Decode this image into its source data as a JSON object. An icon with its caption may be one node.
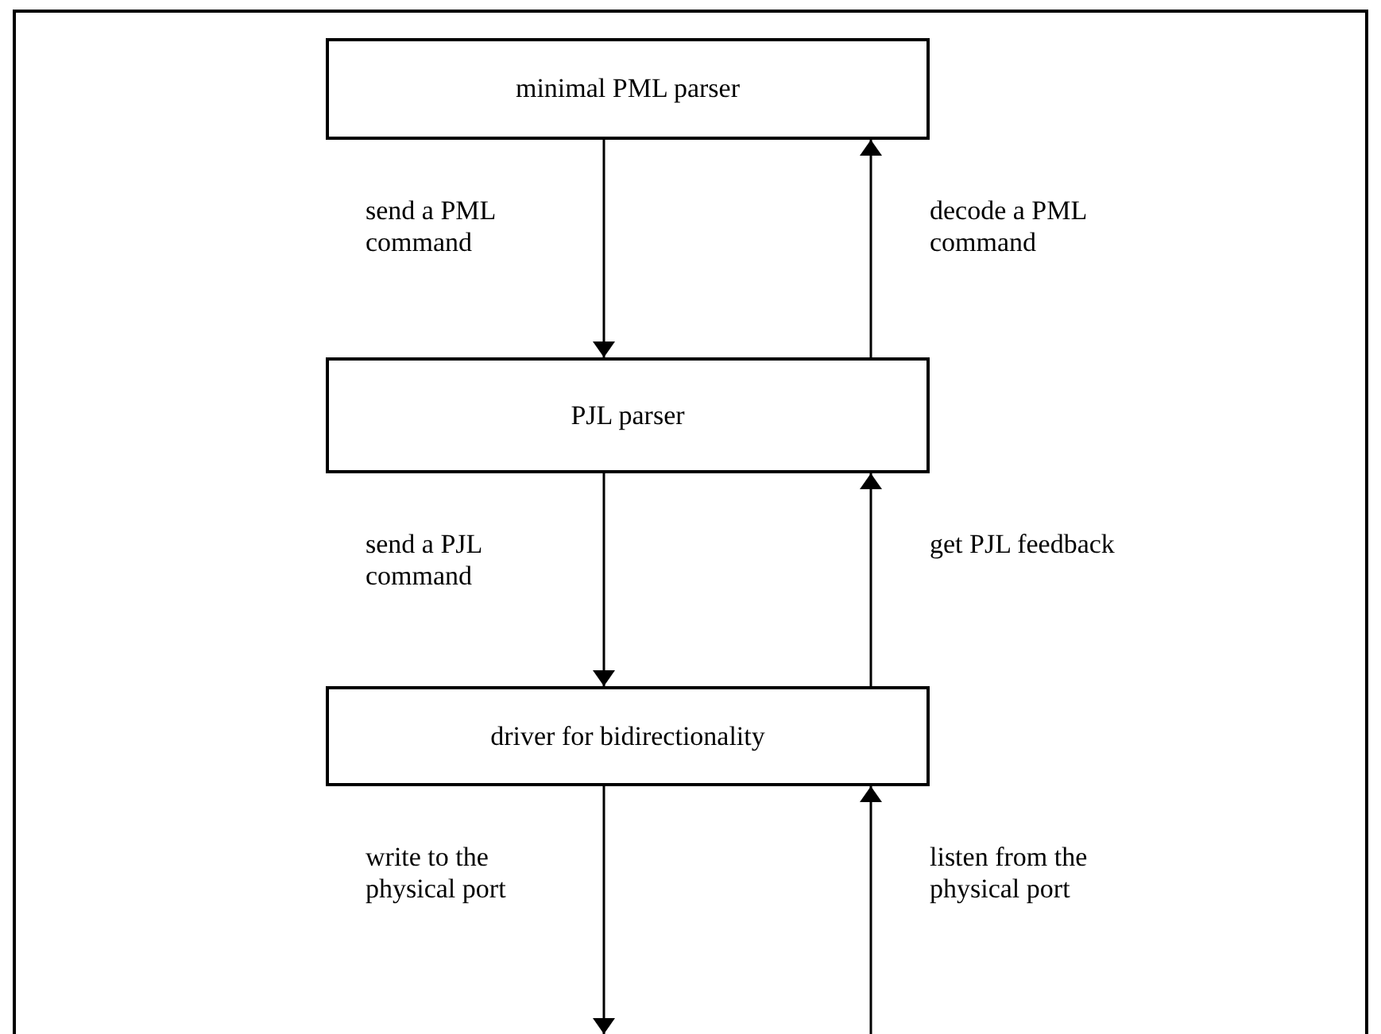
{
  "diagram": {
    "nodes": [
      {
        "text": [
          "minimal PML parser"
        ]
      },
      {
        "text": [
          "PJL parser"
        ]
      },
      {
        "text": [
          "driver for bidirectionality"
        ]
      }
    ],
    "edges": [
      {
        "from": 0,
        "to": 1,
        "arrow": "to",
        "label": "send a PML command"
      },
      {
        "from": 1,
        "to": 0,
        "arrow": "to",
        "label": "decode a PML command"
      },
      {
        "from": 1,
        "to": 2,
        "arrow": "to",
        "label": "send a PJL command"
      },
      {
        "from": 2,
        "to": 1,
        "arrow": "to",
        "label": "get PJL feedback"
      },
      {
        "from": 2,
        "to": null,
        "arrow": "to",
        "label": "write to the physical port"
      },
      {
        "from": null,
        "to": 2,
        "arrow": "to",
        "label": "listen from the physical port"
      }
    ]
  }
}
